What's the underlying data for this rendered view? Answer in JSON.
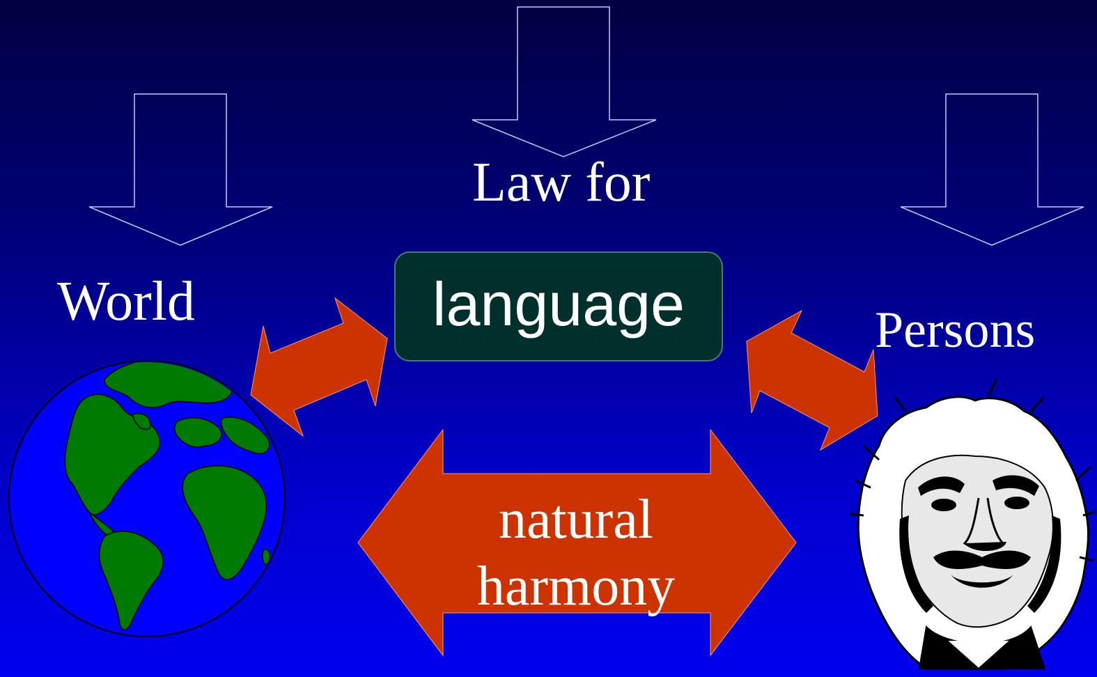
{
  "labels": {
    "top": "Law for",
    "left": "World",
    "right": "Persons",
    "center": "language",
    "bottom_line1": "natural",
    "bottom_line2": "harmony"
  },
  "colors": {
    "background_top": "#000040",
    "background_bottom": "#0000f0",
    "arrow_fill": "#cc3300",
    "outline_arrow_stroke": "#c8c8ff",
    "language_box": "#00302c",
    "globe_ocean": "#0000ff",
    "globe_land": "#007a00"
  },
  "icons": {
    "globe": "globe-icon",
    "person": "person-portrait-icon"
  }
}
